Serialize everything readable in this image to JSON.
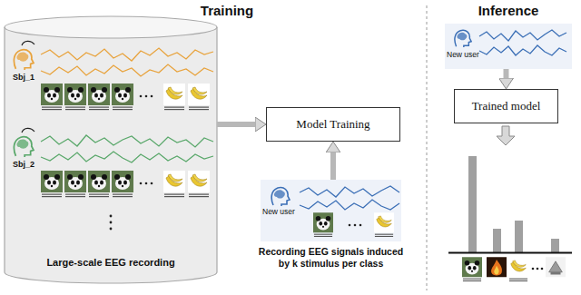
{
  "diagram": {
    "nodes": [
      {
        "text": [
          "Large-scale EEG recording"
        ]
      },
      {
        "text": [
          "Model Training"
        ]
      },
      {
        "text": [
          "New user"
        ]
      },
      {
        "text": [
          "New user"
        ]
      },
      {
        "text": [
          "Trained model"
        ]
      }
    ],
    "edges": [
      {
        "from": 0,
        "to": 1,
        "arrow": "to"
      },
      {
        "from": 2,
        "to": 1,
        "arrow": "to"
      },
      {
        "from": 3,
        "to": 4,
        "arrow": "to"
      }
    ],
    "labels": [
      "Training",
      "Inference",
      "Sbj_1",
      "Sbj_2",
      "Recording EEG signals induced by k stimulus per class"
    ]
  }
}
